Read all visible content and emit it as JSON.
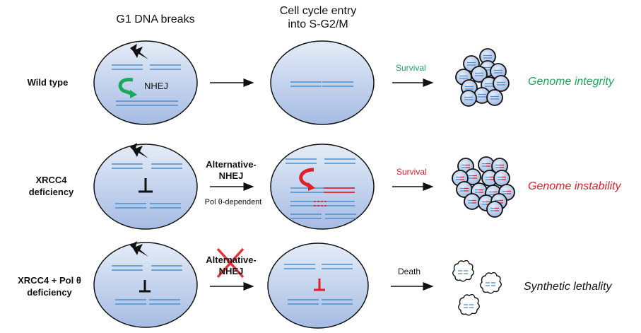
{
  "columns": {
    "col1_title": "G1 DNA breaks",
    "col2_title_line1": "Cell cycle entry",
    "col2_title_line2": "into S-G2/M"
  },
  "rows": [
    {
      "label_line1": "Wild type",
      "label_line2": "",
      "repair_label": "NHEJ",
      "pathway_line1": "",
      "pathway_line2": "",
      "pathway_note": "",
      "fate": "Survival",
      "outcome": "Genome integrity"
    },
    {
      "label_line1": "XRCC4",
      "label_line2": "deficiency",
      "repair_label": "",
      "pathway_line1": "Alternative-",
      "pathway_line2": "NHEJ",
      "pathway_note": "Pol θ-dependent",
      "fate": "Survival",
      "outcome": "Genome instability"
    },
    {
      "label_line1": "XRCC4 + Pol θ",
      "label_line2": "deficiency",
      "repair_label": "",
      "pathway_line1": "Alternative-",
      "pathway_line2": "NHEJ",
      "pathway_note": "",
      "fate": "Death",
      "outcome": "Synthetic lethality"
    }
  ],
  "colors": {
    "green": "#1aa85a",
    "red": "#e0202a",
    "dna_blue": "#4a8fd0",
    "cell_top": "#dde7f4",
    "cell_bottom": "#a9bee3"
  }
}
